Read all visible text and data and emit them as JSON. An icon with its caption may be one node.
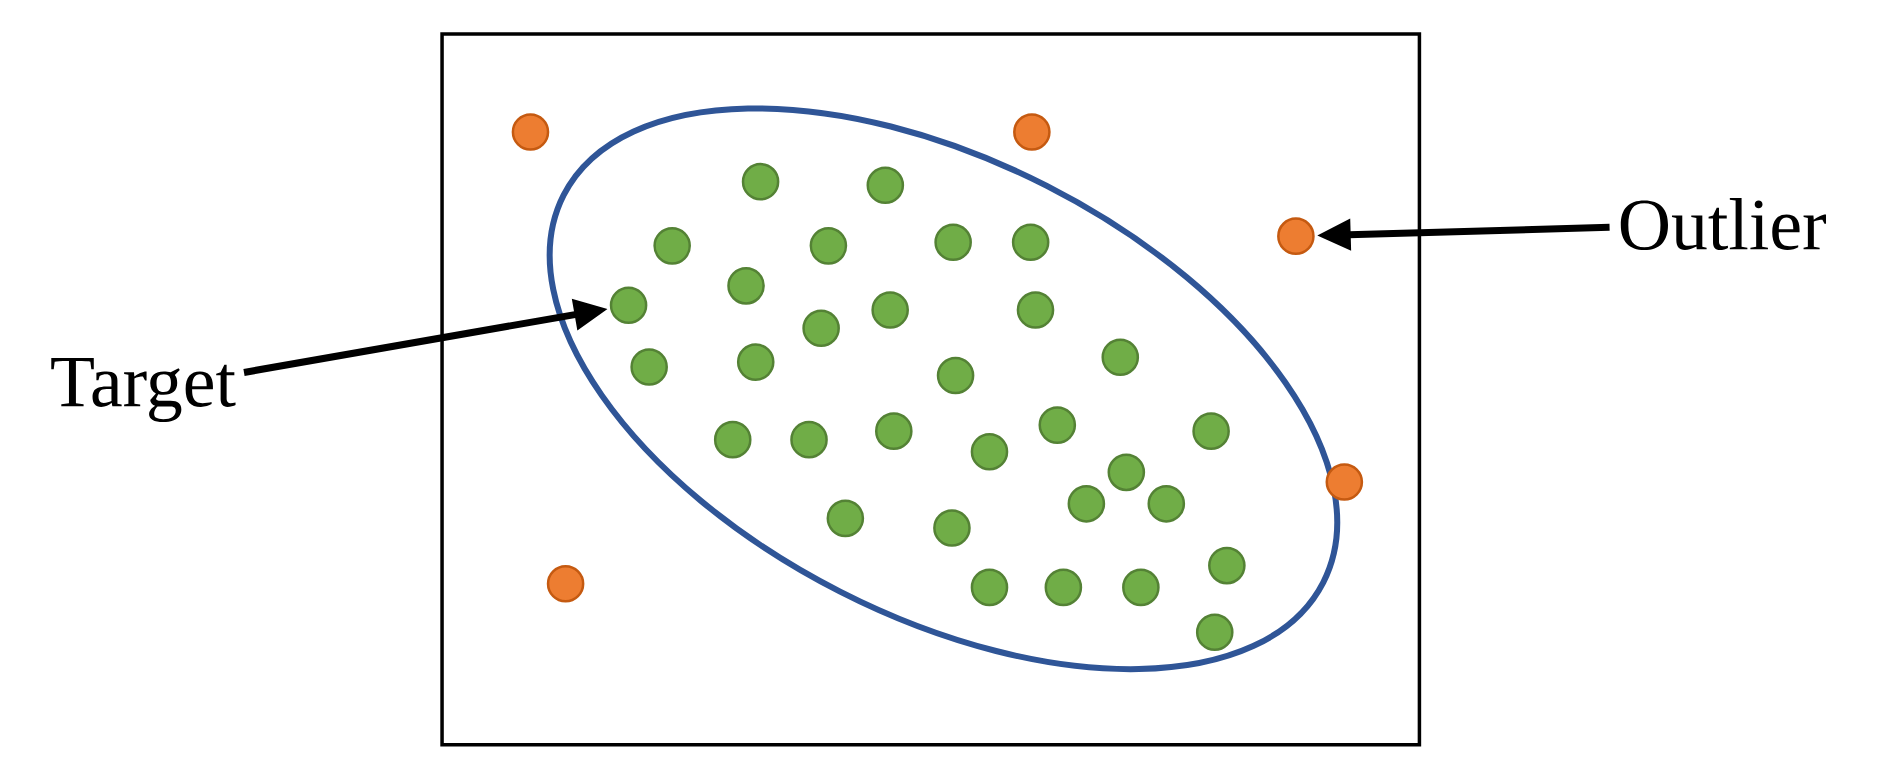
{
  "diagram": {
    "nodes": [
      {
        "text": [
          "Target"
        ]
      },
      {
        "text": [],
        "shape": "circle"
      },
      {
        "text": [
          "Outlier"
        ]
      },
      {
        "text": [],
        "shape": "circle"
      }
    ],
    "edges": [
      {
        "from": 0,
        "to": 1,
        "arrow": "to"
      },
      {
        "from": 2,
        "to": 3,
        "arrow": "to"
      }
    ]
  }
}
